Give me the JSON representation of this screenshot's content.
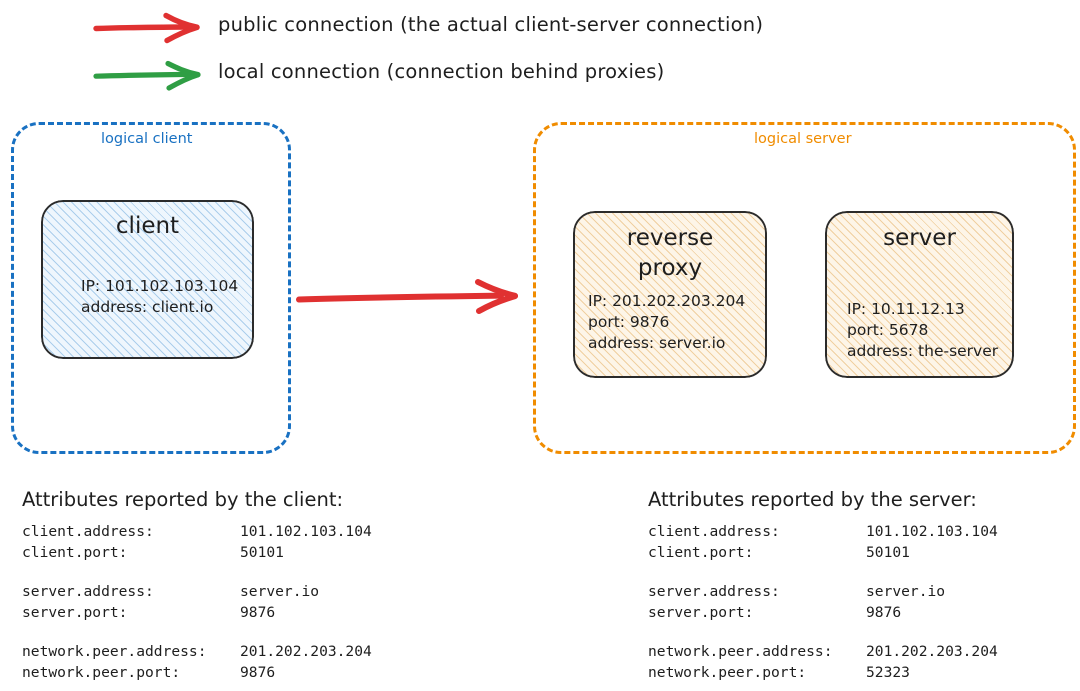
{
  "legend": {
    "items": [
      {
        "icon": "red-arrow-icon",
        "color": "#e03131",
        "label": "public connection (the actual client-server connection)"
      },
      {
        "icon": "green-arrow-icon",
        "color": "#2f9e44",
        "label": "local connection (connection behind proxies)"
      }
    ]
  },
  "zones": {
    "client": {
      "caption": "logical client",
      "color": "#1971c2"
    },
    "server": {
      "caption": "logical server",
      "color": "#f08c00"
    }
  },
  "nodes": {
    "client": {
      "title": "client",
      "lines": [
        "IP: 101.102.103.104",
        "address: client.io"
      ]
    },
    "reverse_proxy": {
      "title_line1": "reverse",
      "title_line2": "proxy",
      "lines": [
        "IP: 201.202.203.204",
        "port: 9876",
        "address: server.io"
      ]
    },
    "server": {
      "title": "server",
      "lines": [
        "IP: 10.11.12.13",
        "port: 5678",
        "address: the-server"
      ]
    }
  },
  "connection": {
    "public_arrow_color": "#e03131"
  },
  "attributes_client": {
    "heading": "Attributes reported by the client:",
    "groups": [
      [
        {
          "key": "client.address:",
          "value": "101.102.103.104"
        },
        {
          "key": "client.port:",
          "value": "50101"
        }
      ],
      [
        {
          "key": "server.address:",
          "value": "server.io"
        },
        {
          "key": "server.port:",
          "value": "9876"
        }
      ],
      [
        {
          "key": "network.peer.address:",
          "value": "201.202.203.204"
        },
        {
          "key": "network.peer.port:",
          "value": "9876"
        }
      ]
    ]
  },
  "attributes_server": {
    "heading": "Attributes reported by the server:",
    "groups": [
      [
        {
          "key": "client.address:",
          "value": "101.102.103.104"
        },
        {
          "key": "client.port:",
          "value": "50101"
        }
      ],
      [
        {
          "key": "server.address:",
          "value": "server.io"
        },
        {
          "key": "server.port:",
          "value": "9876"
        }
      ],
      [
        {
          "key": "network.peer.address:",
          "value": "201.202.203.204"
        },
        {
          "key": "network.peer.port:",
          "value": "52323"
        }
      ]
    ]
  }
}
